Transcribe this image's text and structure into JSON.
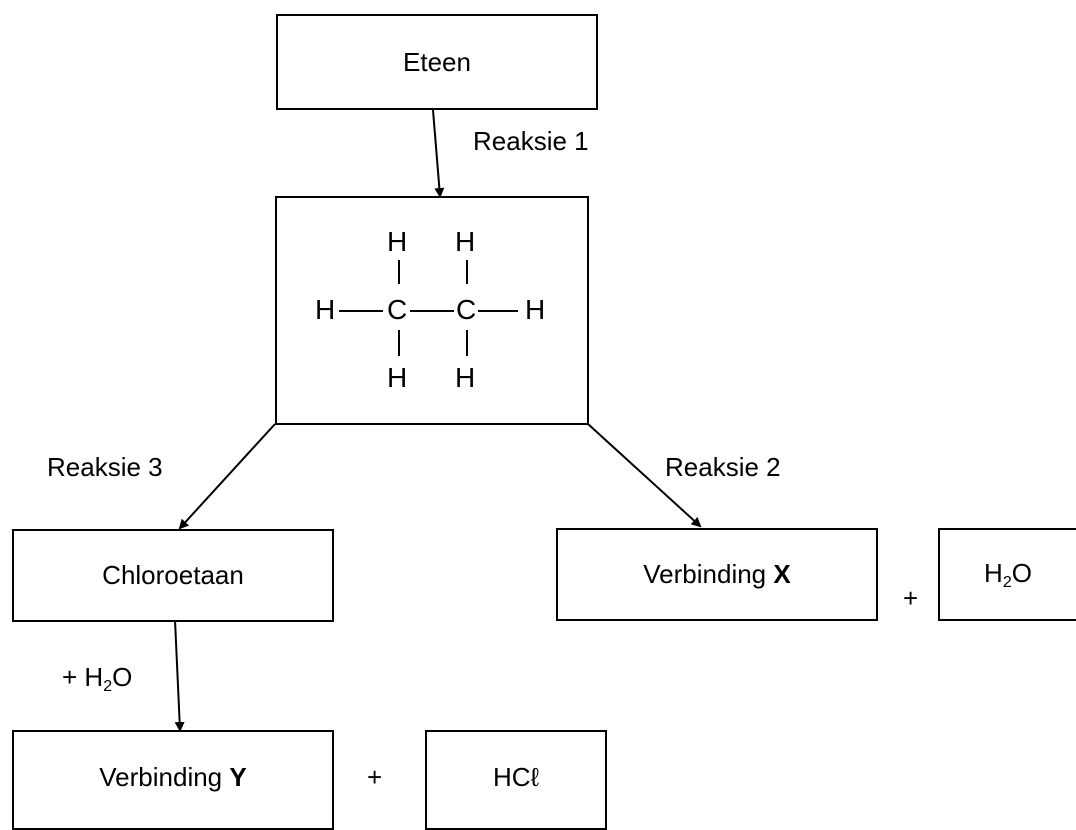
{
  "boxes": {
    "ethene": "Eteen",
    "chloroethane": "Chloroetaan",
    "compound_x_prefix": "Verbinding",
    "compound_x_letter": "X",
    "water_h": "H",
    "water_sub": "2",
    "water_o": "O",
    "compound_y_prefix": "Verbinding",
    "compound_y_letter": "Y",
    "hcl": "HCℓ"
  },
  "labels": {
    "reaction1": "Reaksie 1",
    "reaction2": "Reaksie 2",
    "reaction3": "Reaksie 3",
    "plus": "+",
    "plus_water_plus": "+ H",
    "plus_water_sub": "2",
    "plus_water_o": "O"
  },
  "molecule": {
    "name_atoms": {
      "carbon": "C",
      "hydrogen": "H"
    }
  }
}
